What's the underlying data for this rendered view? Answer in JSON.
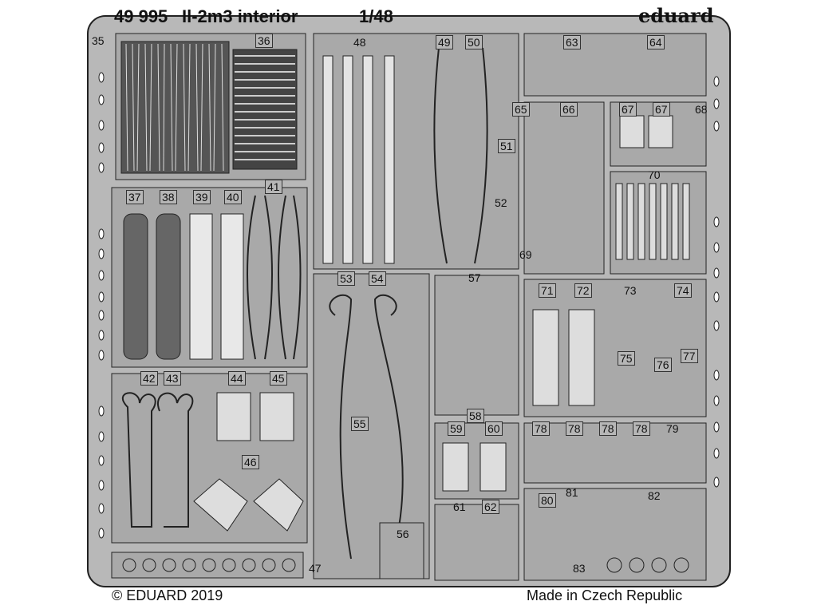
{
  "header": {
    "code": "49 995",
    "title": "Il-2m3  interior",
    "scale": "1/48",
    "brand": "eduard"
  },
  "footer": {
    "copyright": "© EDUARD 2019",
    "origin": "Made in Czech Republic"
  },
  "colors": {
    "sheet": "#b8b8b8",
    "part": "#a9a9a9",
    "line": "#222222",
    "background": "#ffffff"
  },
  "part_numbers": {
    "p35": "35",
    "p36": "36",
    "p37": "37",
    "p38": "38",
    "p39": "39",
    "p40": "40",
    "p41": "41",
    "p42": "42",
    "p43": "43",
    "p44": "44",
    "p45": "45",
    "p46": "46",
    "p47": "47",
    "p48": "48",
    "p49": "49",
    "p50": "50",
    "p51": "51",
    "p52": "52",
    "p53": "53",
    "p54": "54",
    "p55": "55",
    "p56": "56",
    "p57": "57",
    "p58": "58",
    "p59": "59",
    "p60": "60",
    "p61": "61",
    "p62": "62",
    "p63": "63",
    "p64": "64",
    "p65": "65",
    "p66": "66",
    "p67a": "67",
    "p67b": "67",
    "p68": "68",
    "p69": "69",
    "p70": "70",
    "p71": "71",
    "p72": "72",
    "p73": "73",
    "p74": "74",
    "p75": "75",
    "p76": "76",
    "p77": "77",
    "p78a": "78",
    "p78b": "78",
    "p78c": "78",
    "p78d": "78",
    "p79": "79",
    "p80": "80",
    "p81": "81",
    "p82": "82",
    "p83": "83"
  }
}
